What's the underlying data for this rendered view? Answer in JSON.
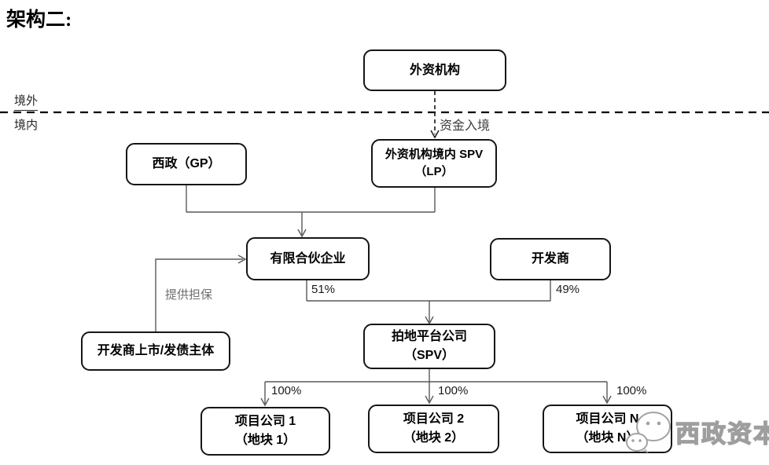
{
  "title": "架构二:",
  "boundary": {
    "above": "境外",
    "below": "境内"
  },
  "nodes": {
    "foreign_institution": {
      "label": "外资机构"
    },
    "xizheng_gp": {
      "label": "西政（GP）"
    },
    "foreign_spv": {
      "line1": "外资机构境内 SPV",
      "line2": "（LP）"
    },
    "limited_partnership": {
      "label": "有限合伙企业"
    },
    "developer": {
      "label": "开发商"
    },
    "developer_listed_entity": {
      "label": "开发商上市/发债主体"
    },
    "land_platform": {
      "line1": "拍地平台公司",
      "line2": "（SPV）"
    },
    "project_company_1": {
      "line1": "项目公司 1",
      "line2": "（地块 1）"
    },
    "project_company_2": {
      "line1": "项目公司 2",
      "line2": "（地块 2）"
    },
    "project_company_n": {
      "line1": "项目公司 N",
      "line2": "（地块 N）"
    }
  },
  "edges": {
    "capital_entry_label": "资金入境",
    "guarantee_label": "提供担保",
    "lp_stake": "51%",
    "developer_stake": "49%",
    "project1_stake": "100%",
    "project2_stake": "100%",
    "projectn_stake": "100%"
  },
  "watermark": {
    "text": "西政资本",
    "logo": "wechat-icon"
  },
  "colors": {
    "background": "#ffffff",
    "box_border": "#161616",
    "connector_line": "#595959",
    "boundary_line": "#000000",
    "gray_label": "#6e6e6e",
    "watermark_gray": "#9e9e9e"
  }
}
